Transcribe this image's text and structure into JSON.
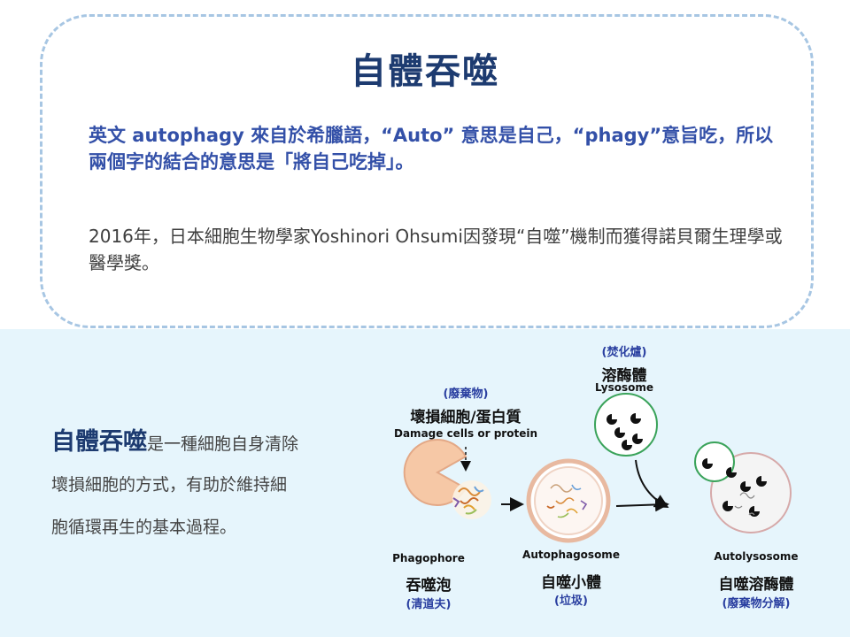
{
  "title": "自體吞噬",
  "intro": "英文 autophagy 來自於希臘語，“Auto” 意思是自己，“phagy”意旨吃，所以兩個字的結合的意思是「將自己吃掉」。",
  "history": "2016年，日本細胞生物學家Yoshinori Ohsumi因發現“自噬”機制而獲得諾貝爾生理學或醫學獎。",
  "description": {
    "term": "自體吞噬",
    "line1_rest": "是一種細胞自身清除",
    "line2": "壞損細胞的方式，有助於維持細",
    "line3": "胞循環再生的基本過程。"
  },
  "diagram": {
    "damage": {
      "paren": "(廢棄物)",
      "zh": "壞損細胞/蛋白質",
      "en": "Damage cells or protein"
    },
    "lysosome": {
      "paren": "(焚化爐)",
      "zh": "溶酶體",
      "en": "Lysosome"
    },
    "phagophore": {
      "en": "Phagophore",
      "zh": "吞噬泡",
      "paren": "(清道夫)"
    },
    "autophagosome": {
      "en": "Autophagosome",
      "zh": "自噬小體",
      "paren": "(垃圾)"
    },
    "autolysosome": {
      "en": "Autolysosome",
      "zh": "自噬溶酶體",
      "paren": "(廢棄物分解)"
    }
  },
  "colors": {
    "title": "#1d3b70",
    "intro_text": "#3350a8",
    "card_border": "#a7c6e3",
    "panel_bg": "#e6f5fc",
    "phagophore_fill": "#f6c8a6",
    "lysosome_border": "#3aa35a"
  }
}
